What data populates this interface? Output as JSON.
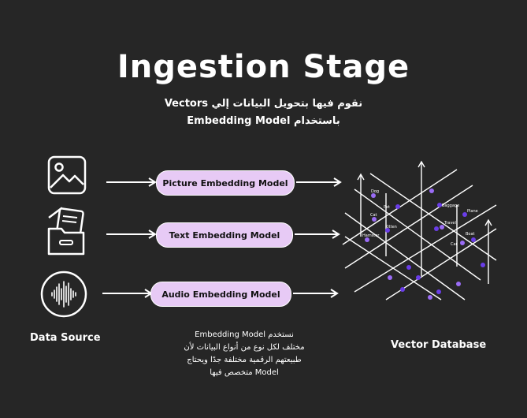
{
  "header": {
    "title": "Ingestion Stage",
    "subtitle_line1": "نقوم فيها بتحويل البيانات إلي Vectors",
    "subtitle_line2": "باستخدام Embedding Model"
  },
  "data_sources": [
    {
      "icon": "picture-icon"
    },
    {
      "icon": "documents-folder-icon"
    },
    {
      "icon": "audio-waveform-icon"
    }
  ],
  "models": {
    "picture": "Picture Embedding Model",
    "text": "Text Embedding Model",
    "audio": "Audio Embedding Model"
  },
  "labels": {
    "data_source": "Data Source",
    "vector_database": "Vector Database"
  },
  "note": {
    "line1": "نستخدم Embedding Model",
    "line2": "مختلف لكل نوع من أنواع البيانات لأن",
    "line3": "طبيعتهم الرقمية مختلفة جدًا ويحتاج",
    "line4": "Model متخصص فيها"
  },
  "vector_points": {
    "dog": "Dog",
    "pet": "Pet",
    "cat_left": "Cat",
    "kitten": "Kitten",
    "hamster": "Hamster",
    "baggage": "Baggage",
    "plane": "Plane",
    "travel": "Travel",
    "boat": "Boat",
    "car": "Car"
  },
  "colors": {
    "background": "#262626",
    "pill": "#e7caf5",
    "point": "#6a3de8",
    "point_light": "#9a6cf5"
  }
}
